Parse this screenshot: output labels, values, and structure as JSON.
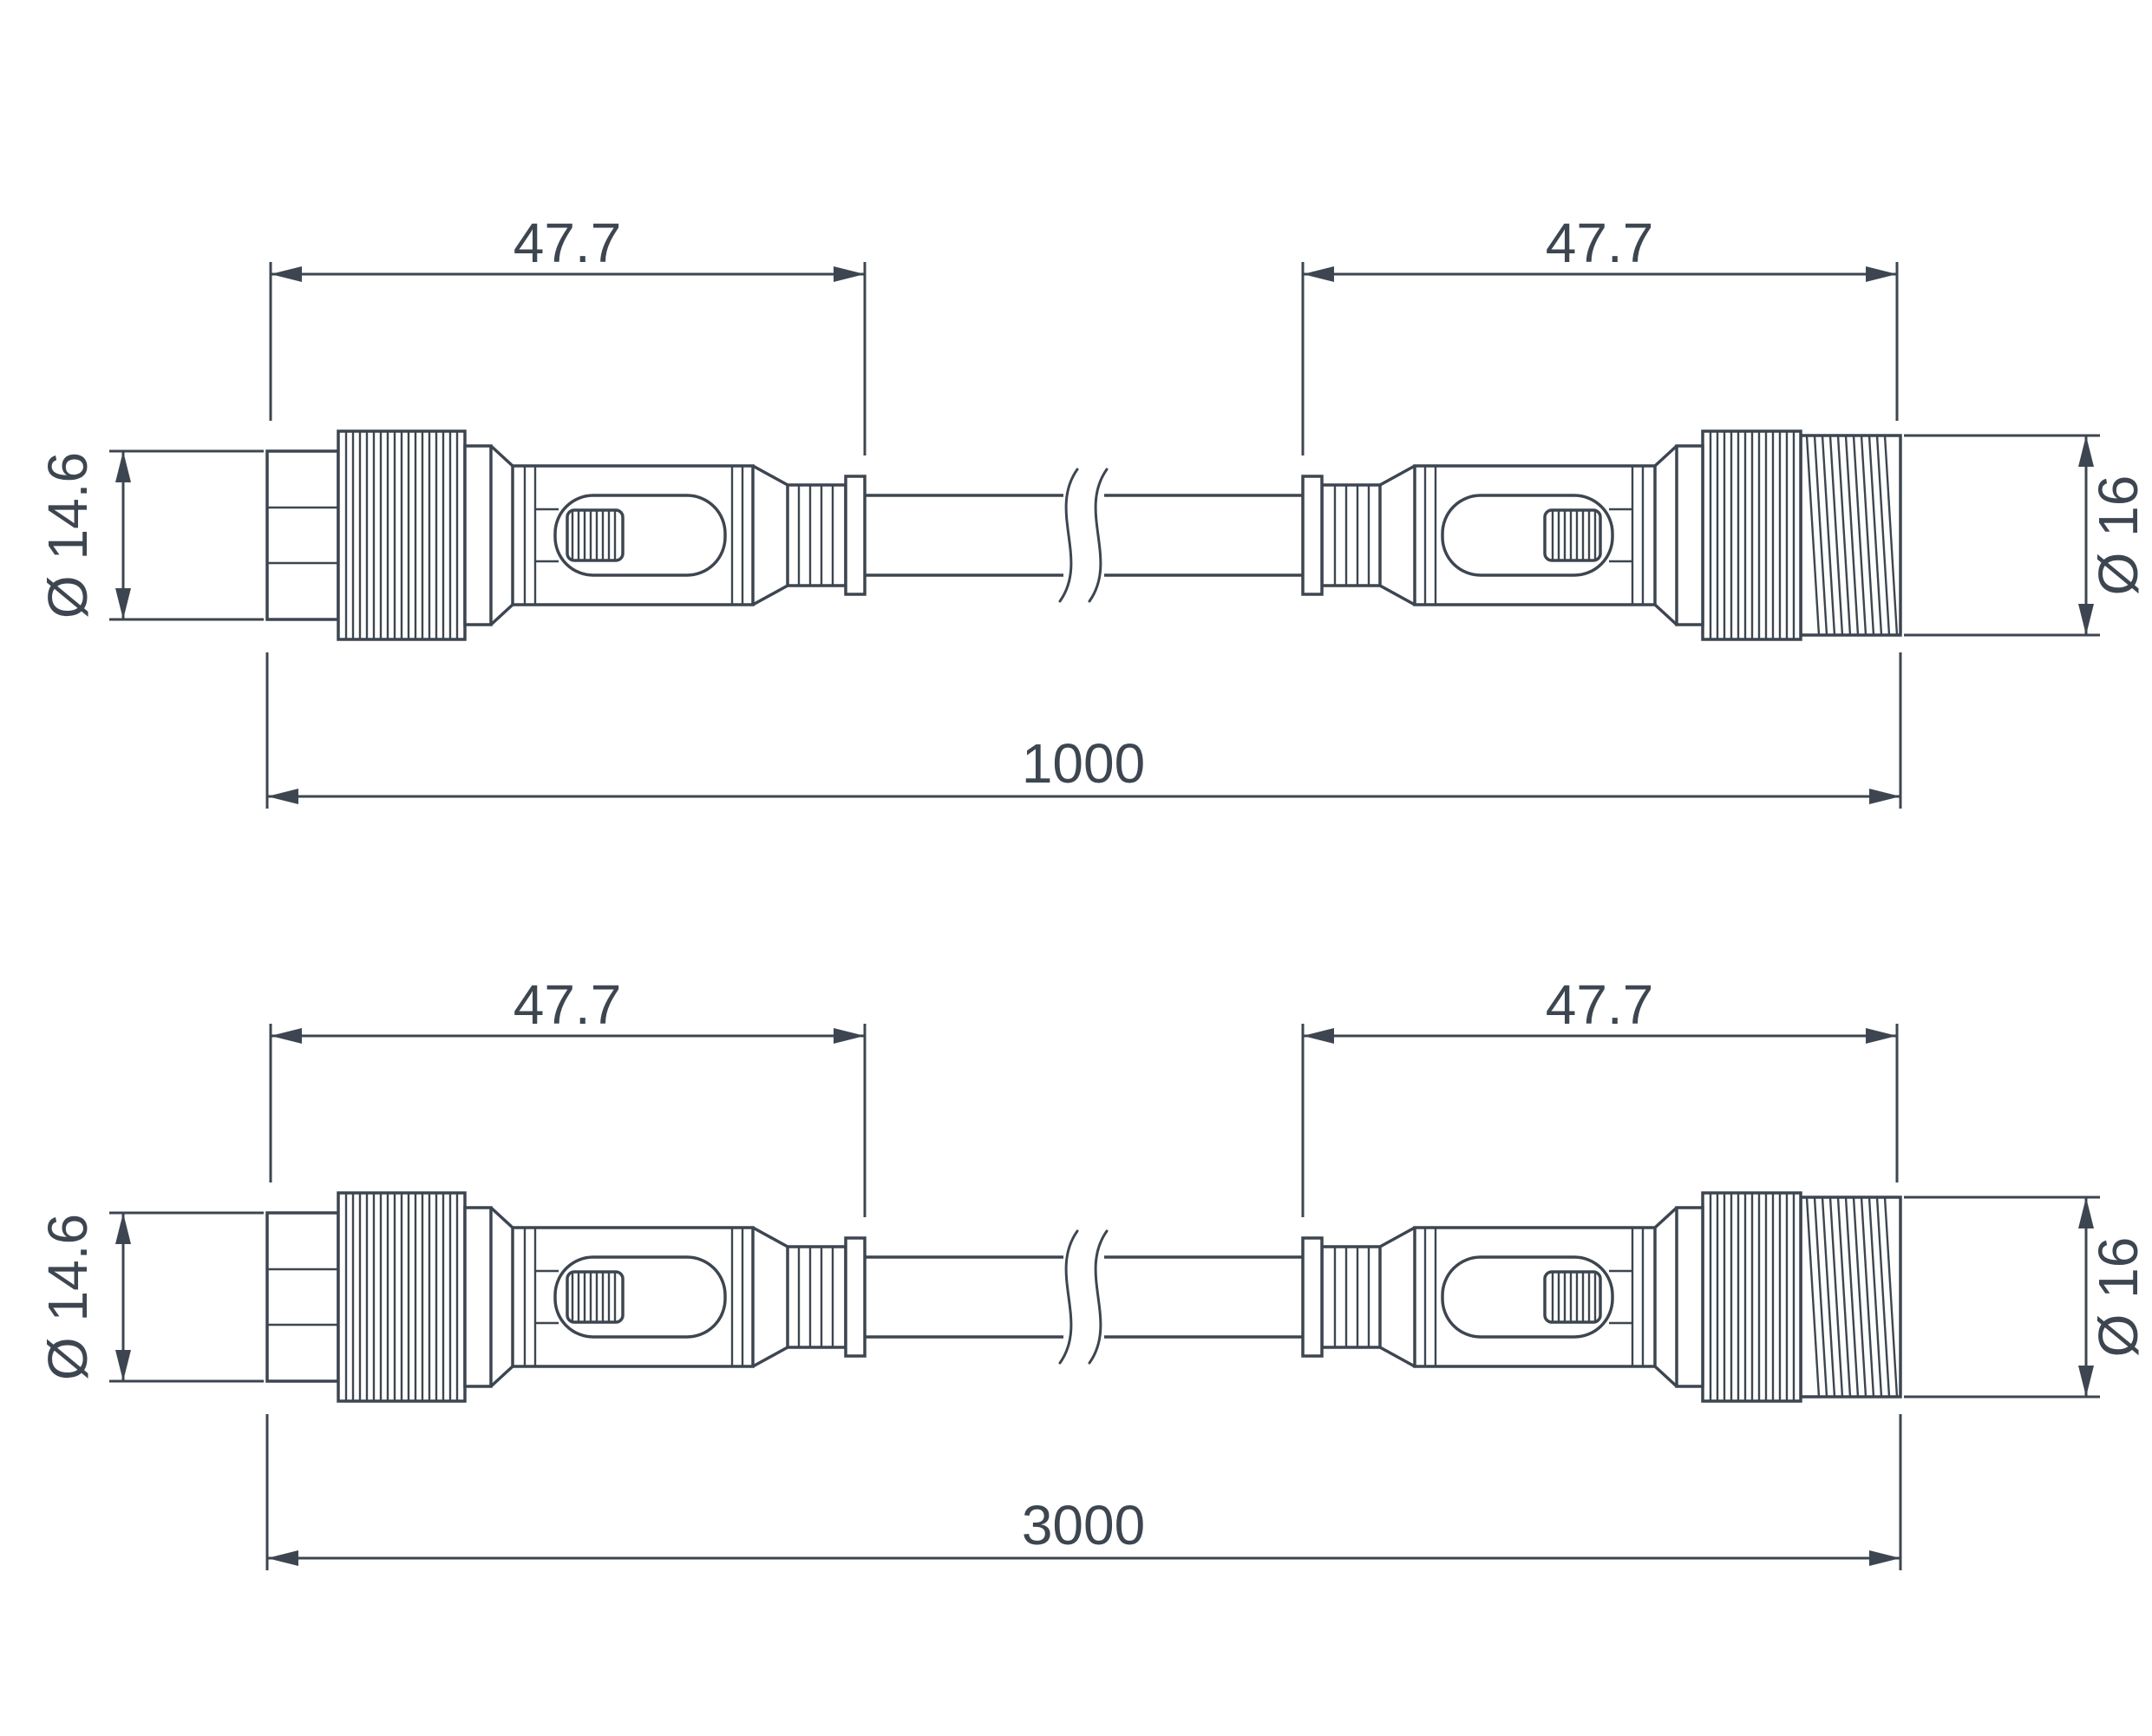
{
  "diagram": {
    "title": "waterproof-cable-extension-dimension-drawing",
    "stroke_color": "#3d4650",
    "background_color": "#ffffff",
    "drawings": [
      {
        "id": "cable-1000",
        "left_connector_length": "47.7",
        "right_connector_length": "47.7",
        "left_diameter": "Ø 14.6",
        "right_diameter": "Ø 16",
        "total_length": "1000"
      },
      {
        "id": "cable-3000",
        "left_connector_length": "47.7",
        "right_connector_length": "47.7",
        "left_diameter": "Ø 14.6",
        "right_diameter": "Ø 16",
        "total_length": "3000"
      }
    ]
  }
}
